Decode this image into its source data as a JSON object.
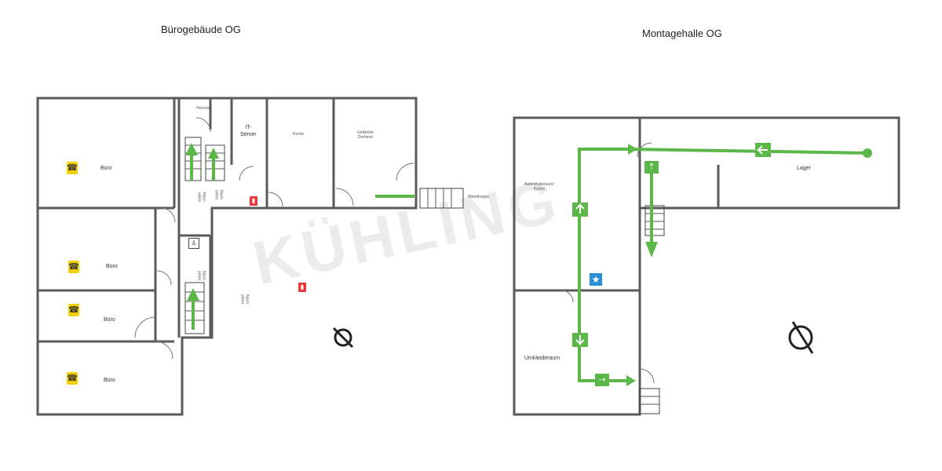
{
  "office": {
    "title": "Bürogebäude OG",
    "rooms": {
      "buero_1": "Büro",
      "buero_2": "Büro",
      "buero_3": "Büro",
      "buero_4": "Büro",
      "heizung": "Heizung",
      "it_server": "IT-\nServer",
      "kueche": "Küche",
      "umkleide_dreherei": "Umkleide\nDreherei",
      "flur_1": "Nach\nunten",
      "flur_2": "Nach\nunten",
      "flur_3": "Nach\nunten",
      "hallway": "Nach\nunten",
      "stair_label": "Wendtreppe"
    }
  },
  "hall": {
    "title": "Montagehalle OG",
    "rooms": {
      "aufenthaltsraum": "Aufenthaltsraum/\nKüche",
      "lager": "Lager",
      "umkleideraum": "Umkleideraum"
    }
  },
  "watermark": "KÜHLING",
  "colors": {
    "wall": "#5a5a5a",
    "escape_route": "#5bb848",
    "phone": "#f4d000",
    "extinguisher": "#e8373b",
    "first_aid": "#2b8fd8"
  },
  "icons": {
    "phone": "phone-icon",
    "extinguisher": "fire-extinguisher-icon",
    "first_aid": "first-aid-icon",
    "exit": "emergency-exit-icon",
    "compass": "compass-icon",
    "wc": "wc-icon"
  }
}
